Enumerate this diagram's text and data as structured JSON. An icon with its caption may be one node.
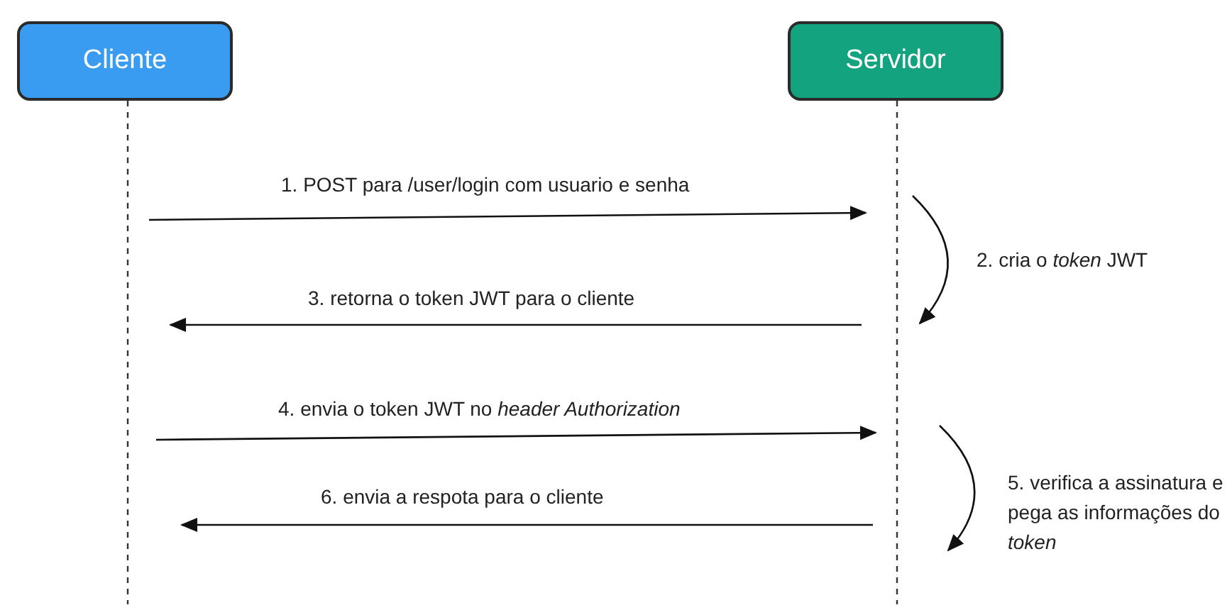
{
  "diagram": {
    "nodes": [
      {
        "text": [
          "Cliente"
        ]
      },
      {
        "text": [
          "Servidor"
        ]
      }
    ],
    "edges": [
      {
        "from": 0,
        "to": 1,
        "arrow": "to",
        "label": "1. POST para /user/login com usuario e senha"
      },
      {
        "from": 1,
        "to": 1,
        "arrow": "to",
        "label": "2. cria o *token* JWT"
      },
      {
        "from": 1,
        "to": 0,
        "arrow": "to",
        "label": "3. retorna o token JWT para o cliente"
      },
      {
        "from": 0,
        "to": 1,
        "arrow": "to",
        "label": "4. envia o token JWT no *header Authorization*"
      },
      {
        "from": 1,
        "to": 1,
        "arrow": "to",
        "label": "5. verifica a assinatura e pega as informações do *token*"
      },
      {
        "from": 1,
        "to": 0,
        "arrow": "to",
        "label": "6. envia a respota para o cliente"
      }
    ]
  }
}
